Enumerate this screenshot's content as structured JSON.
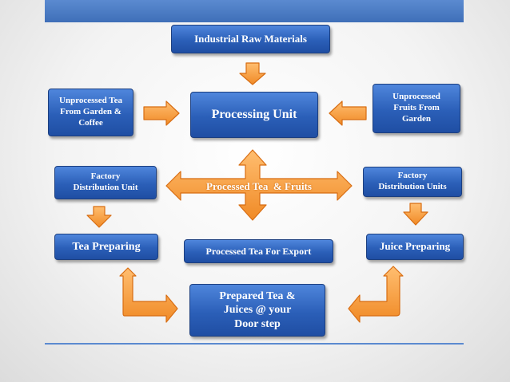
{
  "nodes": {
    "raw_materials": "Industrial Raw Materials",
    "tea_garden": "Unprocessed Tea\nFrom Garden &\nCoffee",
    "processing_unit": "Processing Unit",
    "fruits_garden": "Unprocessed\nFruits From\nGarden",
    "factory_dist_left": "Factory\nDistribution Unit",
    "processed_center": "Processed Tea  & Fruits",
    "factory_dist_right": "Factory\nDistribution Units",
    "tea_preparing": "Tea Preparing",
    "processed_export": "Processed Tea For Export",
    "juice_preparing": "Juice Preparing",
    "prepared_doorstep": "Prepared Tea &\nJuices @ your\nDoor step"
  },
  "colors": {
    "box_fill": "#2b5fb8",
    "box_border": "#1c3f80",
    "arrow_fill": "#f79a3a",
    "arrow_stroke": "#d86d12",
    "accent_bar": "#4a7cc7"
  }
}
